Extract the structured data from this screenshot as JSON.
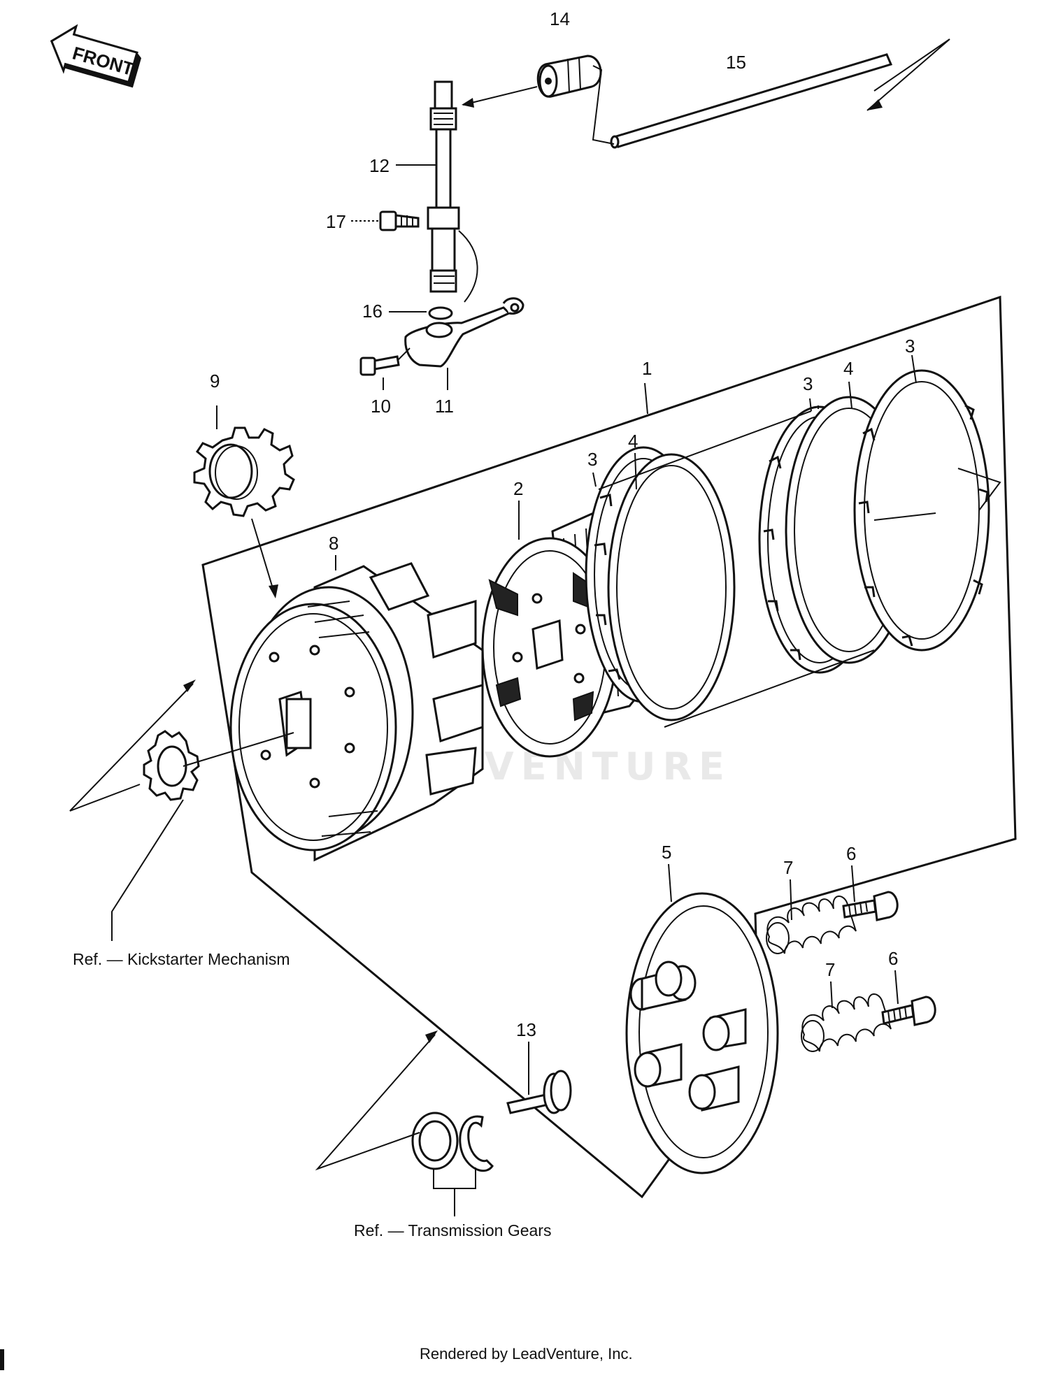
{
  "diagram": {
    "front_badge": "FRONT",
    "callouts": [
      "1",
      "2",
      "3",
      "3",
      "3",
      "4",
      "4",
      "5",
      "6",
      "6",
      "7",
      "7",
      "8",
      "9",
      "10",
      "11",
      "12",
      "13",
      "14",
      "15",
      "16",
      "17"
    ],
    "ref_kickstarter": "Ref. — Kickstarter Mechanism",
    "ref_transmission": "Ref. — Transmission Gears",
    "watermark": "LEADVENTURE",
    "credit": "Rendered by LeadVenture, Inc."
  }
}
